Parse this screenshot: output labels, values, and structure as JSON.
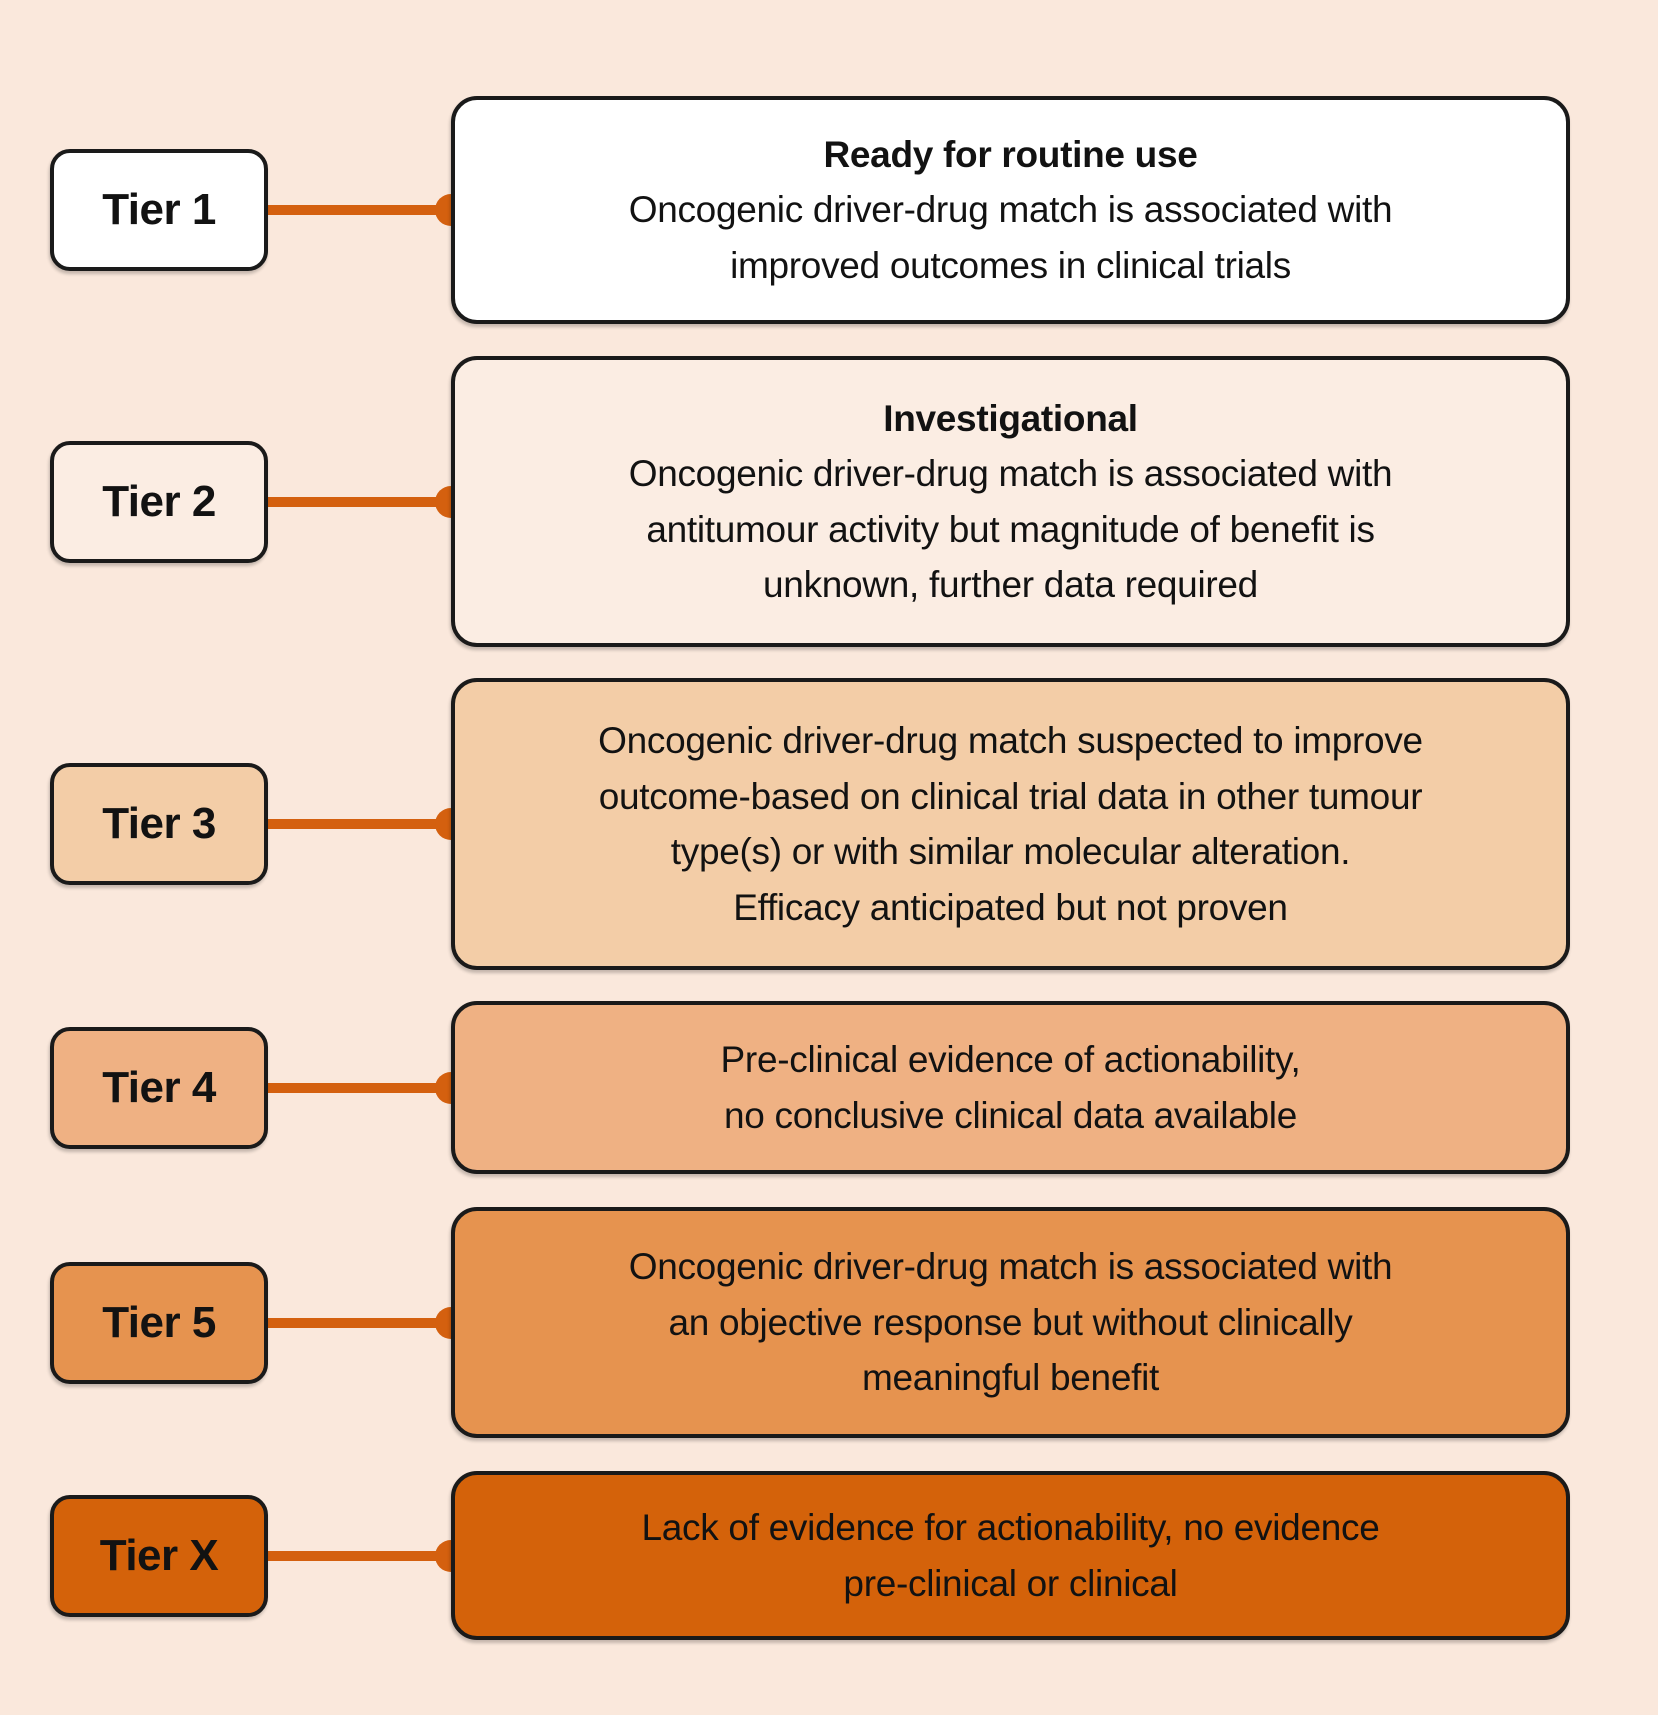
{
  "diagram": {
    "background": "#FAE8DC",
    "border_color": "#1A1A1A",
    "connector_color": "#D4600F",
    "text_color": "#121212"
  },
  "tiers": [
    {
      "label": "Tier 1",
      "fill": "#FFFFFF",
      "title": "Ready for routine use",
      "description": [
        "Oncogenic driver-drug match is associated with",
        "improved outcomes in clinical trials"
      ]
    },
    {
      "label": "Tier 2",
      "fill": "#FBEDE3",
      "title": "Investigational",
      "description": [
        "Oncogenic driver-drug match is associated with",
        "antitumour activity but magnitude of benefit is",
        "unknown, further data required"
      ]
    },
    {
      "label": "Tier 3",
      "fill": "#F3CDA7",
      "description": [
        "Oncogenic driver-drug match suspected to improve",
        "outcome-based on clinical trial data in other tumour",
        "type(s) or with similar molecular alteration.",
        "Efficacy anticipated but not proven"
      ]
    },
    {
      "label": "Tier 4",
      "fill": "#EFB183",
      "description": [
        "Pre-clinical evidence of actionability,",
        "no conclusive clinical data available"
      ]
    },
    {
      "label": "Tier 5",
      "fill": "#E6934F",
      "description": [
        "Oncogenic driver-drug match is associated with",
        "an objective response but without clinically",
        "meaningful benefit"
      ]
    },
    {
      "label": "Tier X",
      "fill": "#D4620A",
      "description": [
        "Lack of evidence for actionability, no evidence",
        "pre-clinical or clinical"
      ]
    }
  ]
}
